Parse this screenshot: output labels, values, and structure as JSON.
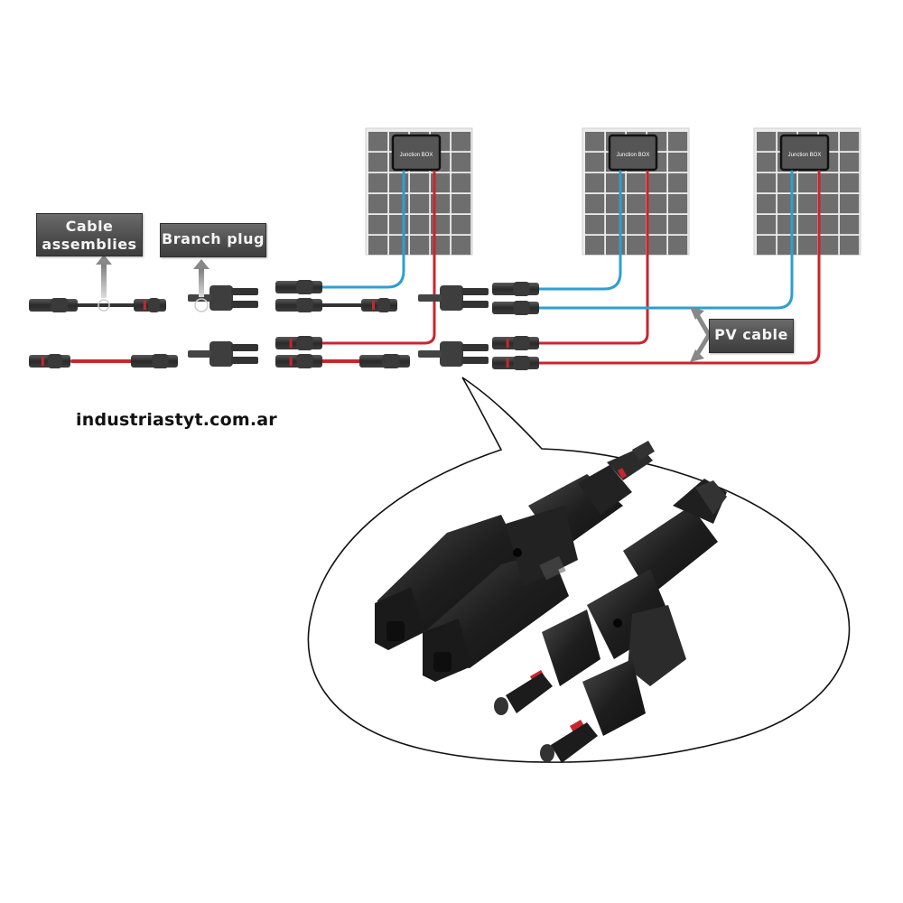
{
  "labels": {
    "cable_assemblies_line1": "Cable",
    "cable_assemblies_line2": "assemblies",
    "branch_plug": "Branch plug",
    "pv_cable": "PV cable"
  },
  "panels": [
    {
      "junction_box_label": "Junction BOX"
    },
    {
      "junction_box_label": "Junction BOX"
    },
    {
      "junction_box_label": "Junction BOX"
    }
  ],
  "website": "industriastyt.com.ar",
  "colors": {
    "positive_cable": "#c8262d",
    "negative_cable": "#2e9fd0",
    "neutral_cable": "#3a3a3a",
    "panel_cell": "#6e6e6e",
    "label_bg": "#555555",
    "connector": "#2b2b2b"
  },
  "detail_callout": {
    "subject": "MC4 branch connectors (Y-splitters)",
    "items": [
      "female-branch-connector",
      "male-branch-connector"
    ]
  }
}
